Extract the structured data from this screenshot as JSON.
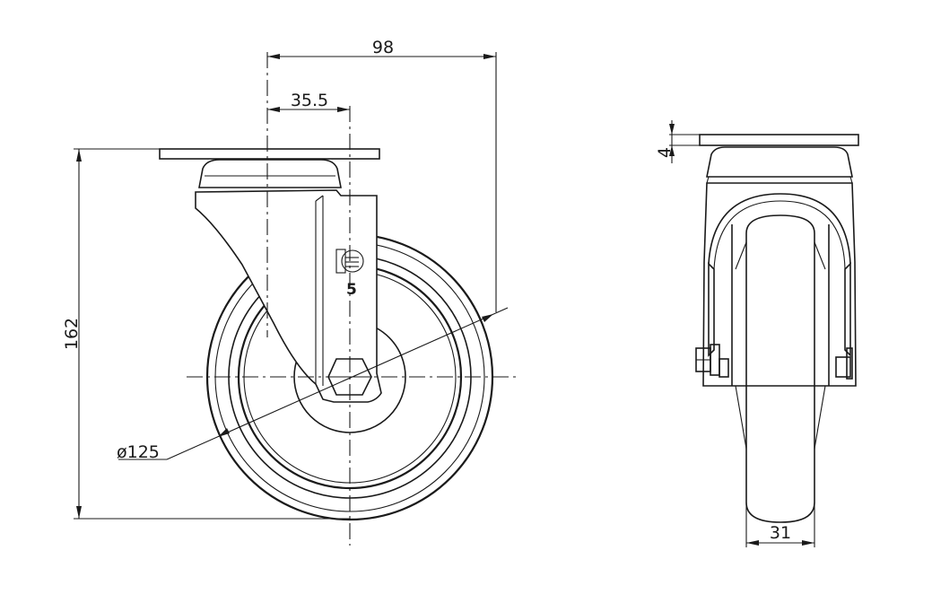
{
  "dimensions": {
    "overall_width": "98",
    "offset": "35.5",
    "height": "162",
    "wheel_diameter": "ø125",
    "plate_thickness": "4",
    "wheel_width": "31"
  },
  "brand_mark": {
    "number": "5",
    "logo": "D-in-circle-logo"
  },
  "colors": {
    "line": "#1a1a1a",
    "background": "#ffffff"
  }
}
